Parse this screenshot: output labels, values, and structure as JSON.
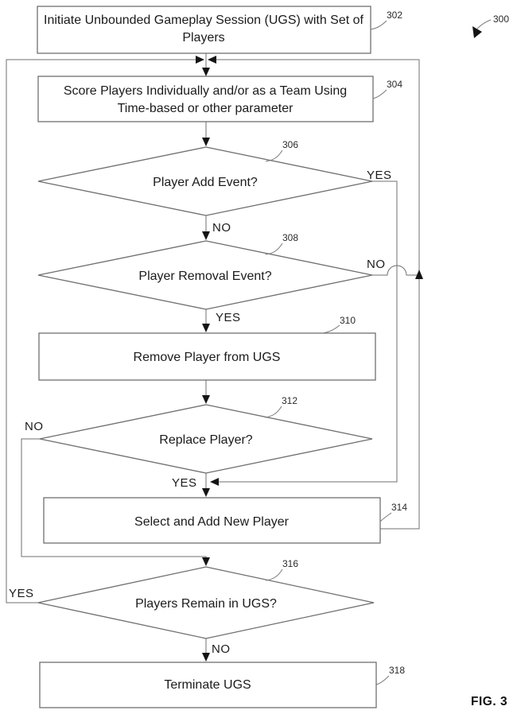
{
  "figure": {
    "ref": "300",
    "caption": "FIG. 3",
    "nodes": {
      "n302": {
        "ref": "302",
        "line1": "Initiate Unbounded Gameplay Session (UGS) with Set of",
        "line2": "Players"
      },
      "n304": {
        "ref": "304",
        "line1": "Score Players Individually and/or as a Team Using",
        "line2": "Time-based or other parameter"
      },
      "n306": {
        "ref": "306",
        "text": "Player Add Event?"
      },
      "n308": {
        "ref": "308",
        "text": "Player Removal Event?"
      },
      "n310": {
        "ref": "310",
        "text": "Remove Player from UGS"
      },
      "n312": {
        "ref": "312",
        "text": "Replace Player?"
      },
      "n314": {
        "ref": "314",
        "text": "Select and Add New Player"
      },
      "n316": {
        "ref": "316",
        "text": "Players Remain in UGS?"
      },
      "n318": {
        "ref": "318",
        "text": "Terminate UGS"
      }
    },
    "branches": {
      "b306_yes": "YES",
      "b306_no": "NO",
      "b308_no": "NO",
      "b308_yes": "YES",
      "b312_no": "NO",
      "b312_yes": "YES",
      "b316_yes": "YES",
      "b316_no": "NO"
    }
  }
}
